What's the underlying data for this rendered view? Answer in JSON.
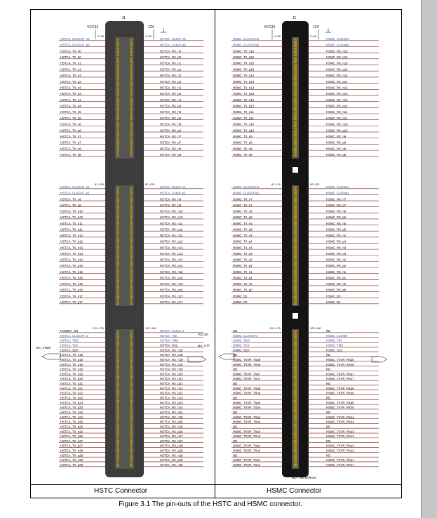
{
  "connectors": [
    {
      "name": "HSTC Connector",
      "designator": "J1",
      "power": {
        "left": "VCC33",
        "right": "12V"
      },
      "body_color": "#3c3c3c",
      "bank1": {
        "pins_left": "1–59",
        "pins_right": "2–60",
        "left": [
          "HSTCA_CLKOUT_n0",
          "HSTCA_CLKOUT_p0",
          "HSTCA_TX_n0",
          "HSTCA_TX_p0",
          "HSTCA_TX_n1",
          "HSTCA_TX_p1",
          "HSTCA_TX_n2",
          "HSTCA_TX_p2",
          "HSTCA_TX_n3",
          "HSTCA_TX_p3",
          "HSTCA_TX_n4",
          "HSTCA_TX_p4",
          "HSTCA_TX_n5",
          "HSTCA_TX_p5",
          "HSTCA_TX_n6",
          "HSTCA_TX_p6",
          "HSTCA_TX_n7",
          "HSTCA_TX_p7",
          "HSTCA_TX_n8",
          "HSTCA_TX_p8"
        ],
        "right": [
          "HSTCA_CLKIN_n0",
          "HSTCA_CLKIN_p0",
          "HSTCA_RX_n0",
          "HSTCA_RX_p0",
          "HSTCA_RX_n1",
          "HSTCA_RX_p1",
          "HSTCA_RX_n2",
          "HSTCA_RX_p2",
          "HSTCA_RX_n3",
          "HSTCA_RX_p3",
          "HSTCA_RX_n4",
          "HSTCA_RX_p4",
          "HSTCA_RX_n5",
          "HSTCA_RX_p5",
          "HSTCA_RX_n6",
          "HSTCA_RX_p6",
          "HSTCA_RX_n7",
          "HSTCA_RX_p7",
          "HSTCA_RX_n8",
          "HSTCA_RX_p8"
        ]
      },
      "bank2": {
        "pins_left": "61–119",
        "pins_right": "62–120",
        "left": [
          "HSTCA_CLKOUT_n1",
          "HSTCA_CLKOUT_p1",
          "HSTCA_TX_n9",
          "HSTCA_TX_p9",
          "HSTCA_TX_n10",
          "HSTCA_TX_p10",
          "HSTCA_TX_n11",
          "HSTCA_TX_p11",
          "HSTCA_TX_n12",
          "HSTCA_TX_p12",
          "HSTCA_TX_n13",
          "HSTCA_TX_p13",
          "HSTCA_TX_n14",
          "HSTCA_TX_p14",
          "HSTCA_TX_n15",
          "HSTCA_TX_p15",
          "HSTCA_TX_n16",
          "HSTCA_TX_p16",
          "HSTCA_TX_n17",
          "HSTCA_TX_p17"
        ],
        "right": [
          "HSTCA_CLKIN_n1",
          "HSTCA_CLKIN_p1",
          "HSTCA_RX_n9",
          "HSTCA_RX_p9",
          "HSTCA_RX_n10",
          "HSTCA_RX_p10",
          "HSTCA_RX_n11",
          "HSTCA_RX_p11",
          "HSTCA_RX_n12",
          "HSTCA_RX_p12",
          "HSTCA_RX_n13",
          "HSTCA_RX_p13",
          "HSTCA_RX_n14",
          "HSTCA_RX_p14",
          "HSTCA_RX_n15",
          "HSTCA_RX_p15",
          "HSTCA_RX_n16",
          "HSTCA_RX_p16",
          "HSTCA_RX_n17",
          "HSTCA_RX_p17"
        ]
      },
      "bank3": {
        "pins_left": "121–179",
        "pins_right": "122–180",
        "left": [
          "POWER_ON",
          "HSTCA_CLKOUT_2",
          "HSTCA_TDO",
          "HSTCA_TCK",
          "HSTCA_SDA",
          "HSTCA_TX_n18",
          "HSTCA_TX_p18",
          "HSTCA_TX_n19",
          "HSTCA_TX_p19",
          "HSTCA_TX_n20",
          "HSTCA_TX_p20",
          "HSTCA_TX_n21",
          "HSTCA_TX_p21",
          "HSTCA_TX_n22",
          "HSTCA_TX_p22",
          "HSTCA_TX_n23",
          "HSTCA_TX_p23",
          "HSTCA_TX_n24",
          "HSTCA_TX_p24",
          "HSTCA_TX_n25",
          "HSTCA_TX_p25",
          "HSTCA_TX_n26",
          "HSTCA_TX_p26",
          "HSTCA_TX_n27",
          "HSTCA_TX_p27",
          "HSTCA_TX_n28",
          "HSTCA_TX_p28",
          "HSTCA_TX_n29",
          "HSTCA_TX_p29"
        ],
        "right": [
          "HSTCA_CLKIN_2",
          "HSTCA_TDI",
          "HSTCA_TMS",
          "HSTCA_SCL",
          "HSTCA_RX_n18",
          "HSTCA_RX_p18",
          "HSTCA_RX_n19",
          "HSTCA_RX_p19",
          "HSTCA_RX_n20",
          "HSTCA_RX_p20",
          "HSTCA_RX_n21",
          "HSTCA_RX_p21",
          "HSTCA_RX_n22",
          "HSTCA_RX_p22",
          "HSTCA_RX_n23",
          "HSTCA_RX_p23",
          "HSTCA_RX_n24",
          "HSTCA_RX_p24",
          "HSTCA_RX_n25",
          "HSTCA_RX_p25",
          "HSTCA_RX_n26",
          "HSTCA_RX_p26",
          "HSTCA_RX_n27",
          "HSTCA_RX_p27",
          "HSTCA_RX_n28",
          "HSTCA_RX_p28",
          "HSTCA_RX_n29",
          "HSTCA_RX_p29",
          "HSTCA_RX_n30"
        ]
      },
      "external_labels": {
        "left": "BA_VREF",
        "right_top": "VCC50",
        "right": "BA_VTT"
      }
    },
    {
      "name": "HSMC Connector",
      "designator": "J1",
      "power": {
        "left": "VCC33",
        "right": "12V"
      },
      "body_color": "#141414",
      "bank1": {
        "pins_left": "1–59",
        "pins_right": "2–60",
        "left": [
          "HSMC_CLKOUTn2",
          "HSMC_CLKOUTp2",
          "HSMC_TX_n16",
          "HSMC_TX_p16",
          "HSMC_TX_n15",
          "HSMC_TX_p15",
          "HSMC_TX_n14",
          "HSMC_TX_p14",
          "HSMC_TX_n13",
          "HSMC_TX_p13",
          "HSMC_TX_n12",
          "HSMC_TX_p12",
          "HSMC_TX_n11",
          "HSMC_TX_p11",
          "HSMC_TX_n10",
          "HSMC_TX_p10",
          "HSMC_TX_n9",
          "HSMC_TX_p9",
          "HSMC_TX_n8",
          "HSMC_TX_p8"
        ],
        "right": [
          "HSMC_CLKINn2",
          "HSMC_CLKINp2",
          "HSMC_RX_n16",
          "HSMC_RX_p16",
          "HSMC_RX_n15",
          "HSMC_RX_p15",
          "HSMC_RX_n14",
          "HSMC_RX_p14",
          "HSMC_RX_n13",
          "HSMC_RX_p13",
          "HSMC_RX_n12",
          "HSMC_RX_p12",
          "HSMC_RX_n11",
          "HSMC_RX_p11",
          "HSMC_RX_n10",
          "HSMC_RX_p10",
          "HSMC_RX_n9",
          "HSMC_RX_p9",
          "HSMC_RX_n8",
          "HSMC_RX_p8"
        ]
      },
      "bank2": {
        "pins_left": "61–119",
        "pins_right": "62–120",
        "left": [
          "HSMC_CLKOUTn1",
          "HSMC_CLKOUTp1",
          "HSMC_TX_n7",
          "HSMC_TX_p7",
          "HSMC_TX_n6",
          "HSMC_TX_p6",
          "HSMC_TX_n5",
          "HSMC_TX_p5",
          "HSMC_TX_n4",
          "HSMC_TX_p4",
          "HSMC_TX_n3",
          "HSMC_TX_p3",
          "HSMC_TX_n2",
          "HSMC_TX_p2",
          "HSMC_TX_n1",
          "HSMC_TX_p1",
          "HSMC_TX_n0",
          "HSMC_TX_p0",
          "HSMC_D2",
          "HSMC_D0"
        ],
        "right": [
          "HSMC_CLKINn1",
          "HSMC_CLKINp1",
          "HSMC_RX_n7",
          "HSMC_RX_p7",
          "HSMC_RX_n6",
          "HSMC_RX_p6",
          "HSMC_RX_n5",
          "HSMC_RX_p5",
          "HSMC_RX_n4",
          "HSMC_RX_p4",
          "HSMC_RX_n3",
          "HSMC_RX_p3",
          "HSMC_RX_n2",
          "HSMC_RX_p2",
          "HSMC_RX_n1",
          "HSMC_RX_p1",
          "HSMC_RX_n0",
          "HSMC_RX_p0",
          "HSMC_D3",
          "HSMC_D1"
        ]
      },
      "bank3": {
        "pins_left": "121–179",
        "pins_right": "122–180",
        "left": [
          "ND",
          "HSMC_CLKOUT0",
          "HSMC_TDO",
          "HSMC_TCK",
          "HSMC_SDA",
          "ND",
          "HSMC_TXVR_TXp8",
          "HSMC_TXVR_TXn8",
          "ND",
          "HSMC_TXVR_TXp7",
          "HSMC_TXVR_TXn7",
          "ND",
          "HSMC_TXVR_TXp6",
          "HSMC_TXVR_TXn6",
          "ND",
          "HSMC_TXVR_TXp5",
          "HSMC_TXVR_TXn5",
          "ND",
          "HSMC_TXVR_TXp4",
          "HSMC_TXVR_TXn4",
          "ND",
          "HSMC_TXVR_TXp3",
          "HSMC_TXVR_TXn3",
          "ND",
          "HSMC_TXVR_TXp2",
          "HSMC_TXVR_TXn2",
          "ND",
          "HSMC_TXVR_TXp1",
          "HSMC_TXVR_TXn1"
        ],
        "right": [
          "ND",
          "HSMC_CLKIN0",
          "HSMC_TDI",
          "HSMC_TMS",
          "HSMC_SCL",
          "ND",
          "HSMC_TXVR_RXp8",
          "HSMC_TXVR_RXn8",
          "ND",
          "HSMC_TXVR_RXp7",
          "HSMC_TXVR_RXn7",
          "ND",
          "HSMC_TXVR_RXp6",
          "HSMC_TXVR_RXn6",
          "ND",
          "HSMC_TXVR_RXp5",
          "HSMC_TXVR_RXn5",
          "ND",
          "HSMC_TXVR_RXp4",
          "HSMC_TXVR_RXn4",
          "ND",
          "HSMC_TXVR_RXp3",
          "HSMC_TXVR_RXn3",
          "ND",
          "HSMC_TXVR_RXp2",
          "HSMC_TXVR_RXn2",
          "ND",
          "HSMC_TXVR_RXp1",
          "HSMC_TXVR_RXn1"
        ]
      },
      "note": "ND : Not Defined"
    }
  ],
  "section_labels": [
    "HSTC Connector",
    "HSMC Connector"
  ],
  "caption": "Figure 3.1 The pin-outs of the HSTC and HSMC connector.",
  "colors": {
    "signal_line": "#7a1c1c",
    "clock_label": "#1f4fa8",
    "pin_gold": "#c8a000"
  }
}
